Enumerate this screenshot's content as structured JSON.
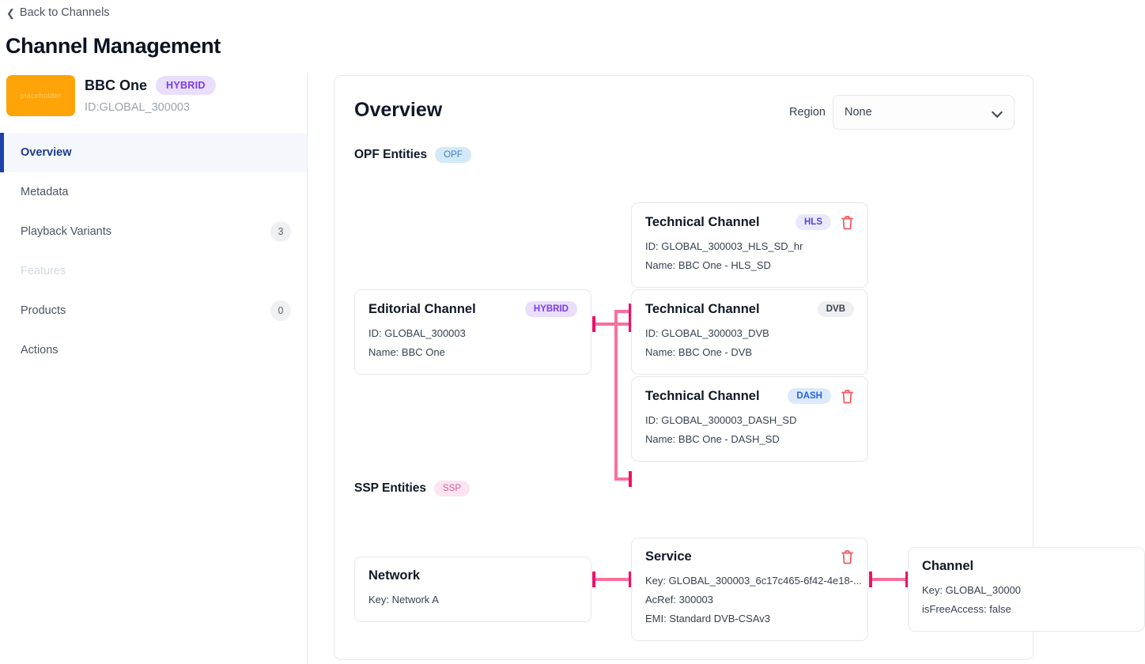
{
  "header": {
    "back_label": "Back to Channels",
    "back_icon": "chevron-left-icon",
    "page_title": "Channel Management"
  },
  "channel": {
    "logo_text": "placeholder",
    "logo_color": "#FFA408",
    "name": "BBC One",
    "badge": "HYBRID",
    "id": "ID:GLOBAL_300003"
  },
  "sidebar": {
    "items": [
      {
        "label": "Overview",
        "count": null,
        "active": true,
        "disabled": false
      },
      {
        "label": "Metadata",
        "count": null,
        "active": false,
        "disabled": false
      },
      {
        "label": "Playback Variants",
        "count": "3",
        "active": false,
        "disabled": false
      },
      {
        "label": "Features",
        "count": null,
        "active": false,
        "disabled": true
      },
      {
        "label": "Products",
        "count": "0",
        "active": false,
        "disabled": false
      },
      {
        "label": "Actions",
        "count": null,
        "active": false,
        "disabled": false
      }
    ]
  },
  "panel": {
    "title": "Overview",
    "region": {
      "label": "Region",
      "value": "None",
      "icon": "chevron-down-icon"
    },
    "opf_section": {
      "title": "OPF Entities",
      "badge": "OPF"
    },
    "ssp_section": {
      "title": "SSP Entities",
      "badge": "SSP"
    },
    "editorial_channel": {
      "title": "Editorial Channel",
      "badge": "HYBRID",
      "id": "ID: GLOBAL_300003",
      "name": "Name: BBC One"
    },
    "technical_channels": [
      {
        "title": "Technical Channel",
        "badge": "HLS",
        "id": "ID: GLOBAL_300003_HLS_SD_hr",
        "name": "Name: BBC One - HLS_SD",
        "has_delete": true
      },
      {
        "title": "Technical Channel",
        "badge": "DVB",
        "id": "ID: GLOBAL_300003_DVB",
        "name": "Name: BBC One - DVB",
        "has_delete": false
      },
      {
        "title": "Technical Channel",
        "badge": "DASH",
        "id": "ID: GLOBAL_300003_DASH_SD",
        "name": "Name: BBC One - DASH_SD",
        "has_delete": true
      }
    ],
    "network": {
      "title": "Network",
      "key": "Key: Network A"
    },
    "service": {
      "title": "Service",
      "key": "Key: GLOBAL_300003_6c17c465-6f42-4e18-...",
      "acref": "AcRef: 300003",
      "emi": "EMI: Standard DVB-CSAv3",
      "has_delete": true
    },
    "ssp_channel": {
      "title": "Channel",
      "key": "Key: GLOBAL_30000",
      "free_access": "isFreeAccess: false"
    }
  },
  "colors": {
    "connector": "#F8709E",
    "connector_cap": "#EC1266",
    "delete_icon": "#F4565B",
    "active_nav": "#1E40AF"
  }
}
